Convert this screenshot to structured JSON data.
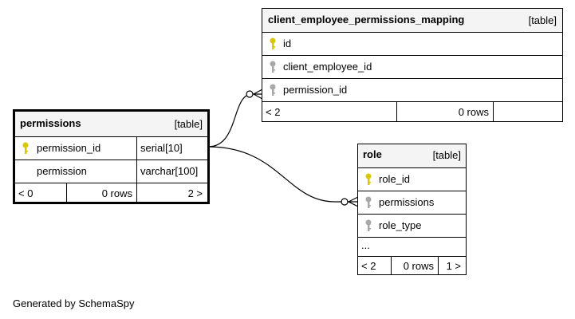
{
  "tables": {
    "mapping": {
      "name": "client_employee_permissions_mapping",
      "type": "[table]",
      "columns": [
        "id",
        "client_employee_id",
        "permission_id"
      ],
      "footer": {
        "left": "< 2",
        "mid": "0 rows",
        "right": ""
      }
    },
    "permissions": {
      "name": "permissions",
      "type": "[table]",
      "columns": [
        {
          "name": "permission_id",
          "datatype": "serial[10]"
        },
        {
          "name": "permission",
          "datatype": "varchar[100]"
        }
      ],
      "footer": {
        "left": "< 0",
        "mid": "0 rows",
        "right": "2 >"
      }
    },
    "role": {
      "name": "role",
      "type": "[table]",
      "columns": [
        "role_id",
        "permissions",
        "role_type"
      ],
      "ellipsis": "...",
      "footer": {
        "left": "< 2",
        "mid": "0 rows",
        "right": "1 >"
      }
    }
  },
  "colors": {
    "primary_key": "#d8c800",
    "foreign_key": "#a8a8a8",
    "header_bg": "#f4f4f4"
  },
  "icons": {
    "primary_key": "key-icon",
    "foreign_key": "key-icon"
  },
  "footer_text": "Generated by SchemaSpy"
}
